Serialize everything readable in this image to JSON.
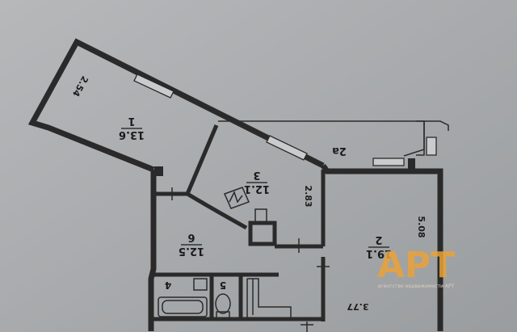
{
  "rooms": [
    {
      "id": "room-1",
      "number": "1",
      "area": "13.6"
    },
    {
      "id": "room-2",
      "number": "2",
      "area": "19.1"
    },
    {
      "id": "room-3",
      "number": "3",
      "area": "12.1"
    },
    {
      "id": "room-6",
      "number": "6",
      "area": "12.5"
    }
  ],
  "labels": {
    "balcony": "2а",
    "bath": "4",
    "toilet": "5"
  },
  "dimensions": {
    "d1": "2.54",
    "d2": "2.83",
    "d3": "5.08",
    "d4": "3.77"
  },
  "watermark": {
    "brand": "АРТ",
    "subtitle": "агентство недвижимости АРТ"
  },
  "colors": {
    "paper": "#a8abad",
    "ink": "#2a2a2a",
    "watermark": "#e7a23a"
  },
  "icons": [
    "electric-panel-icon",
    "bathtub-icon",
    "toilet-icon",
    "sink-icon"
  ]
}
